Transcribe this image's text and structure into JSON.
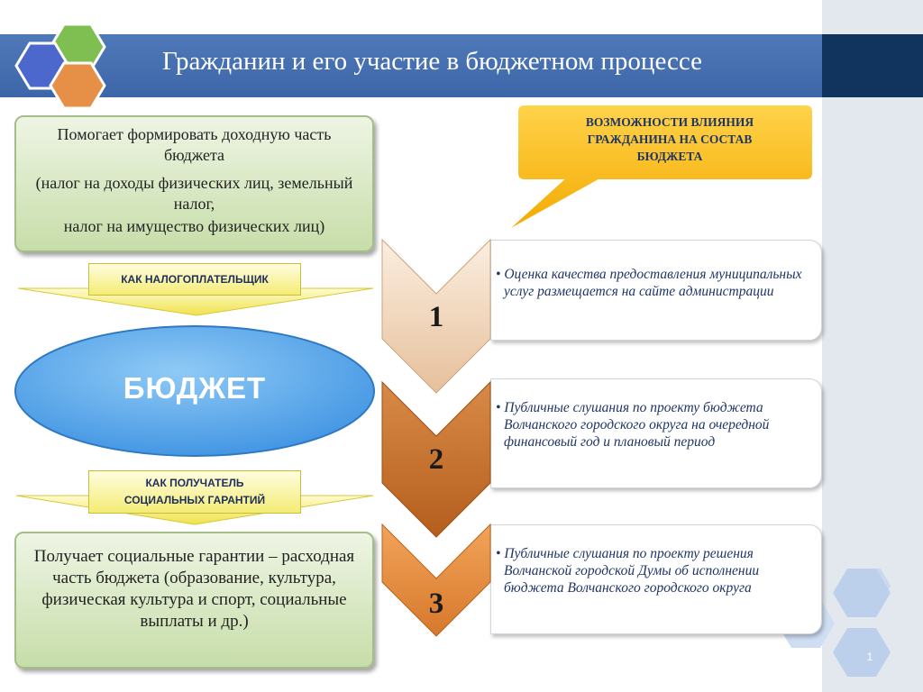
{
  "header": {
    "title": "Гражданин и его участие в бюджетном процессе"
  },
  "income_box": {
    "line1": "Помогает формировать доходную часть бюджета",
    "line2": "(налог на доходы физических лиц, земельный налог,",
    "line3": "налог на имущество физических лиц)"
  },
  "taxpayer_label": "КАК НАЛОГОПЛАТЕЛЬЩИК",
  "budget_label": "БЮДЖЕТ",
  "recipient_label": {
    "line1": "КАК ПОЛУЧАТЕЛЬ",
    "line2": "СОЦИАЛЬНЫХ ГАРАНТИЙ"
  },
  "expense_box": {
    "text": "Получает социальные гарантии – расходная часть бюджета (образование, культура, физическая культура и спорт, социальные выплаты и др.)"
  },
  "callout": {
    "line1": "ВОЗМОЖНОСТИ ВЛИЯНИЯ",
    "line2": "ГРАЖДАНИНА НА СОСТАВ",
    "line3": "БЮДЖЕТА"
  },
  "steps": [
    {
      "number": "1",
      "text": "Оценка качества предоставления муниципальных услуг размещается на сайте администрации"
    },
    {
      "number": "2",
      "text": "Публичные слушания по проекту бюджета Волчанского городского округа на очередной финансовый год и плановый период"
    },
    {
      "number": "3",
      "text": "Публичные слушания по проекту решения Волчанской городской Думы об исполнении бюджета Волчанского городского округа"
    }
  ],
  "bullet": "•",
  "page_number": "1",
  "colors": {
    "title_bar": "#3c66a8",
    "title_dark": "#10345e",
    "budget_ellipse": "#4aa0e8",
    "callout": "#f6b800",
    "step1": "#ecd1b5",
    "step2": "#c7702c",
    "step3": "#e08c3f",
    "hex_blue": "#4d68cc",
    "hex_green": "#7fbf52",
    "hex_orange": "#e58f47"
  },
  "icons": [
    "hexagon-logo-icon",
    "hexagon-decoration-icon",
    "arrow-down-icon",
    "chevron-step-icon"
  ]
}
